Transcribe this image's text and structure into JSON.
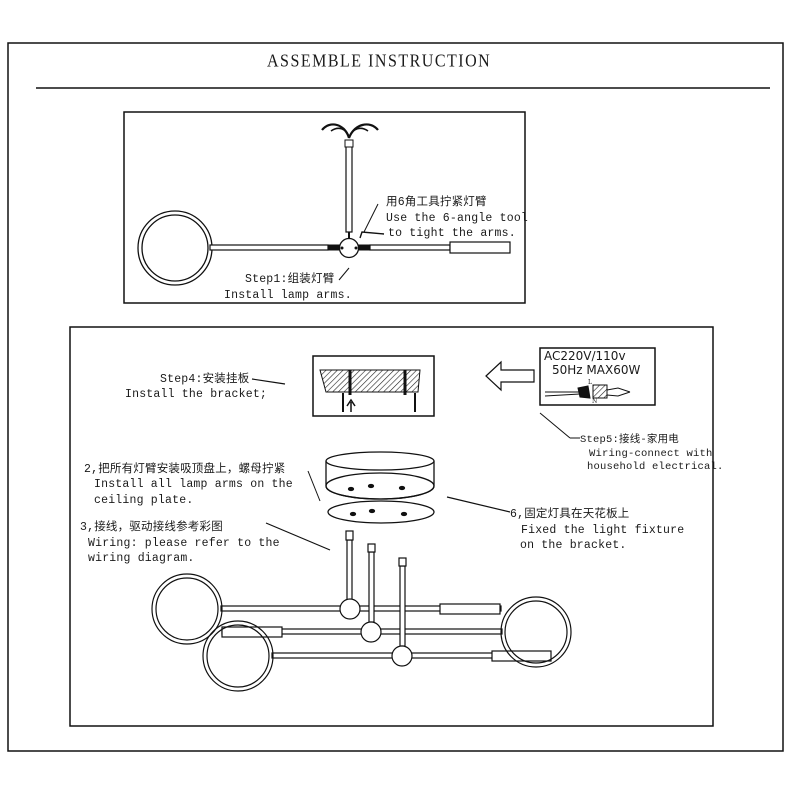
{
  "document": {
    "title": "ASSEMBLE INSTRUCTION"
  },
  "step1_panel": {
    "tool_note_cn": "用6角工具拧紧灯臂",
    "tool_note_en_line1": "Use the 6-angle tool",
    "tool_note_en_line2": "to tight the arms.",
    "step1_cn": "Step1:组装灯臂",
    "step1_en": "Install lamp arms."
  },
  "main_panel": {
    "step4_cn": "Step4:安装挂板",
    "step4_en": "Install the bracket;",
    "power_label_line1": "AC220V/110v",
    "power_label_line2": "50Hz MAX60W",
    "wire_label_L": "L",
    "wire_label_N": "N",
    "step5_cn": "Step5:接线-家用电",
    "step5_en_line1": "Wiring-connect with",
    "step5_en_line2": "household electrical.",
    "step2_cn": "2,把所有灯臂安装吸顶盘上，螺母拧紧",
    "step2_en_line1": "Install all lamp arms on the",
    "step2_en_line2": "ceiling plate.",
    "step3_cn": "3,接线，驱动接线参考彩图",
    "step3_en_line1": "Wiring: please refer to the",
    "step3_en_line2": "wiring diagram.",
    "step6_cn": "6,固定灯具在天花板上",
    "step6_en_line1": "Fixed the light fixture",
    "step6_en_line2": "on the bracket."
  },
  "colors": {
    "line": "#111111",
    "background": "#ffffff"
  }
}
